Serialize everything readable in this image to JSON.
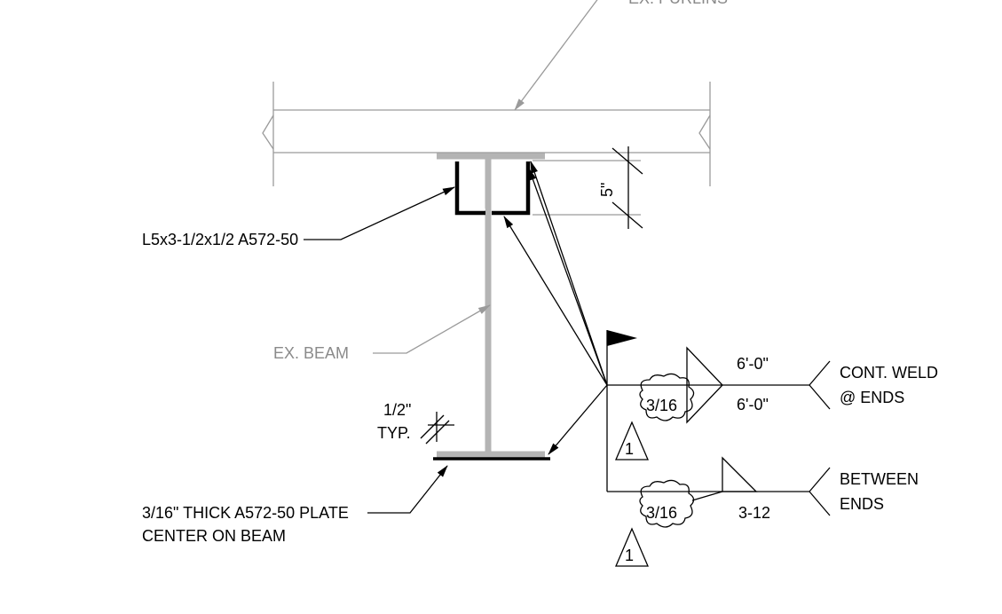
{
  "labels": {
    "purlins": "EX. PURLINS",
    "angle": "L5x3-1/2x1/2 A572-50",
    "beam": "EX. BEAM",
    "dim_5": "5\"",
    "plate_thk": "1/2\"",
    "plate_typ": "TYP.",
    "plate_line1": "3/16\" THICK A572-50 PLATE",
    "plate_line2": "CENTER ON BEAM"
  },
  "weld_top": {
    "size": "3/16",
    "length_top": "6'-0\"",
    "length_bottom": "6'-0\"",
    "note_line1": "CONT. WELD",
    "note_line2": "@ ENDS",
    "revision": "1"
  },
  "weld_bottom": {
    "size": "3/16",
    "length": "3-12",
    "note_line1": "BETWEEN",
    "note_line2": "ENDS",
    "revision": "1"
  },
  "colors": {
    "linework": "#000000",
    "existing": "#9a9a9a",
    "beam": "#b4b4b4"
  }
}
